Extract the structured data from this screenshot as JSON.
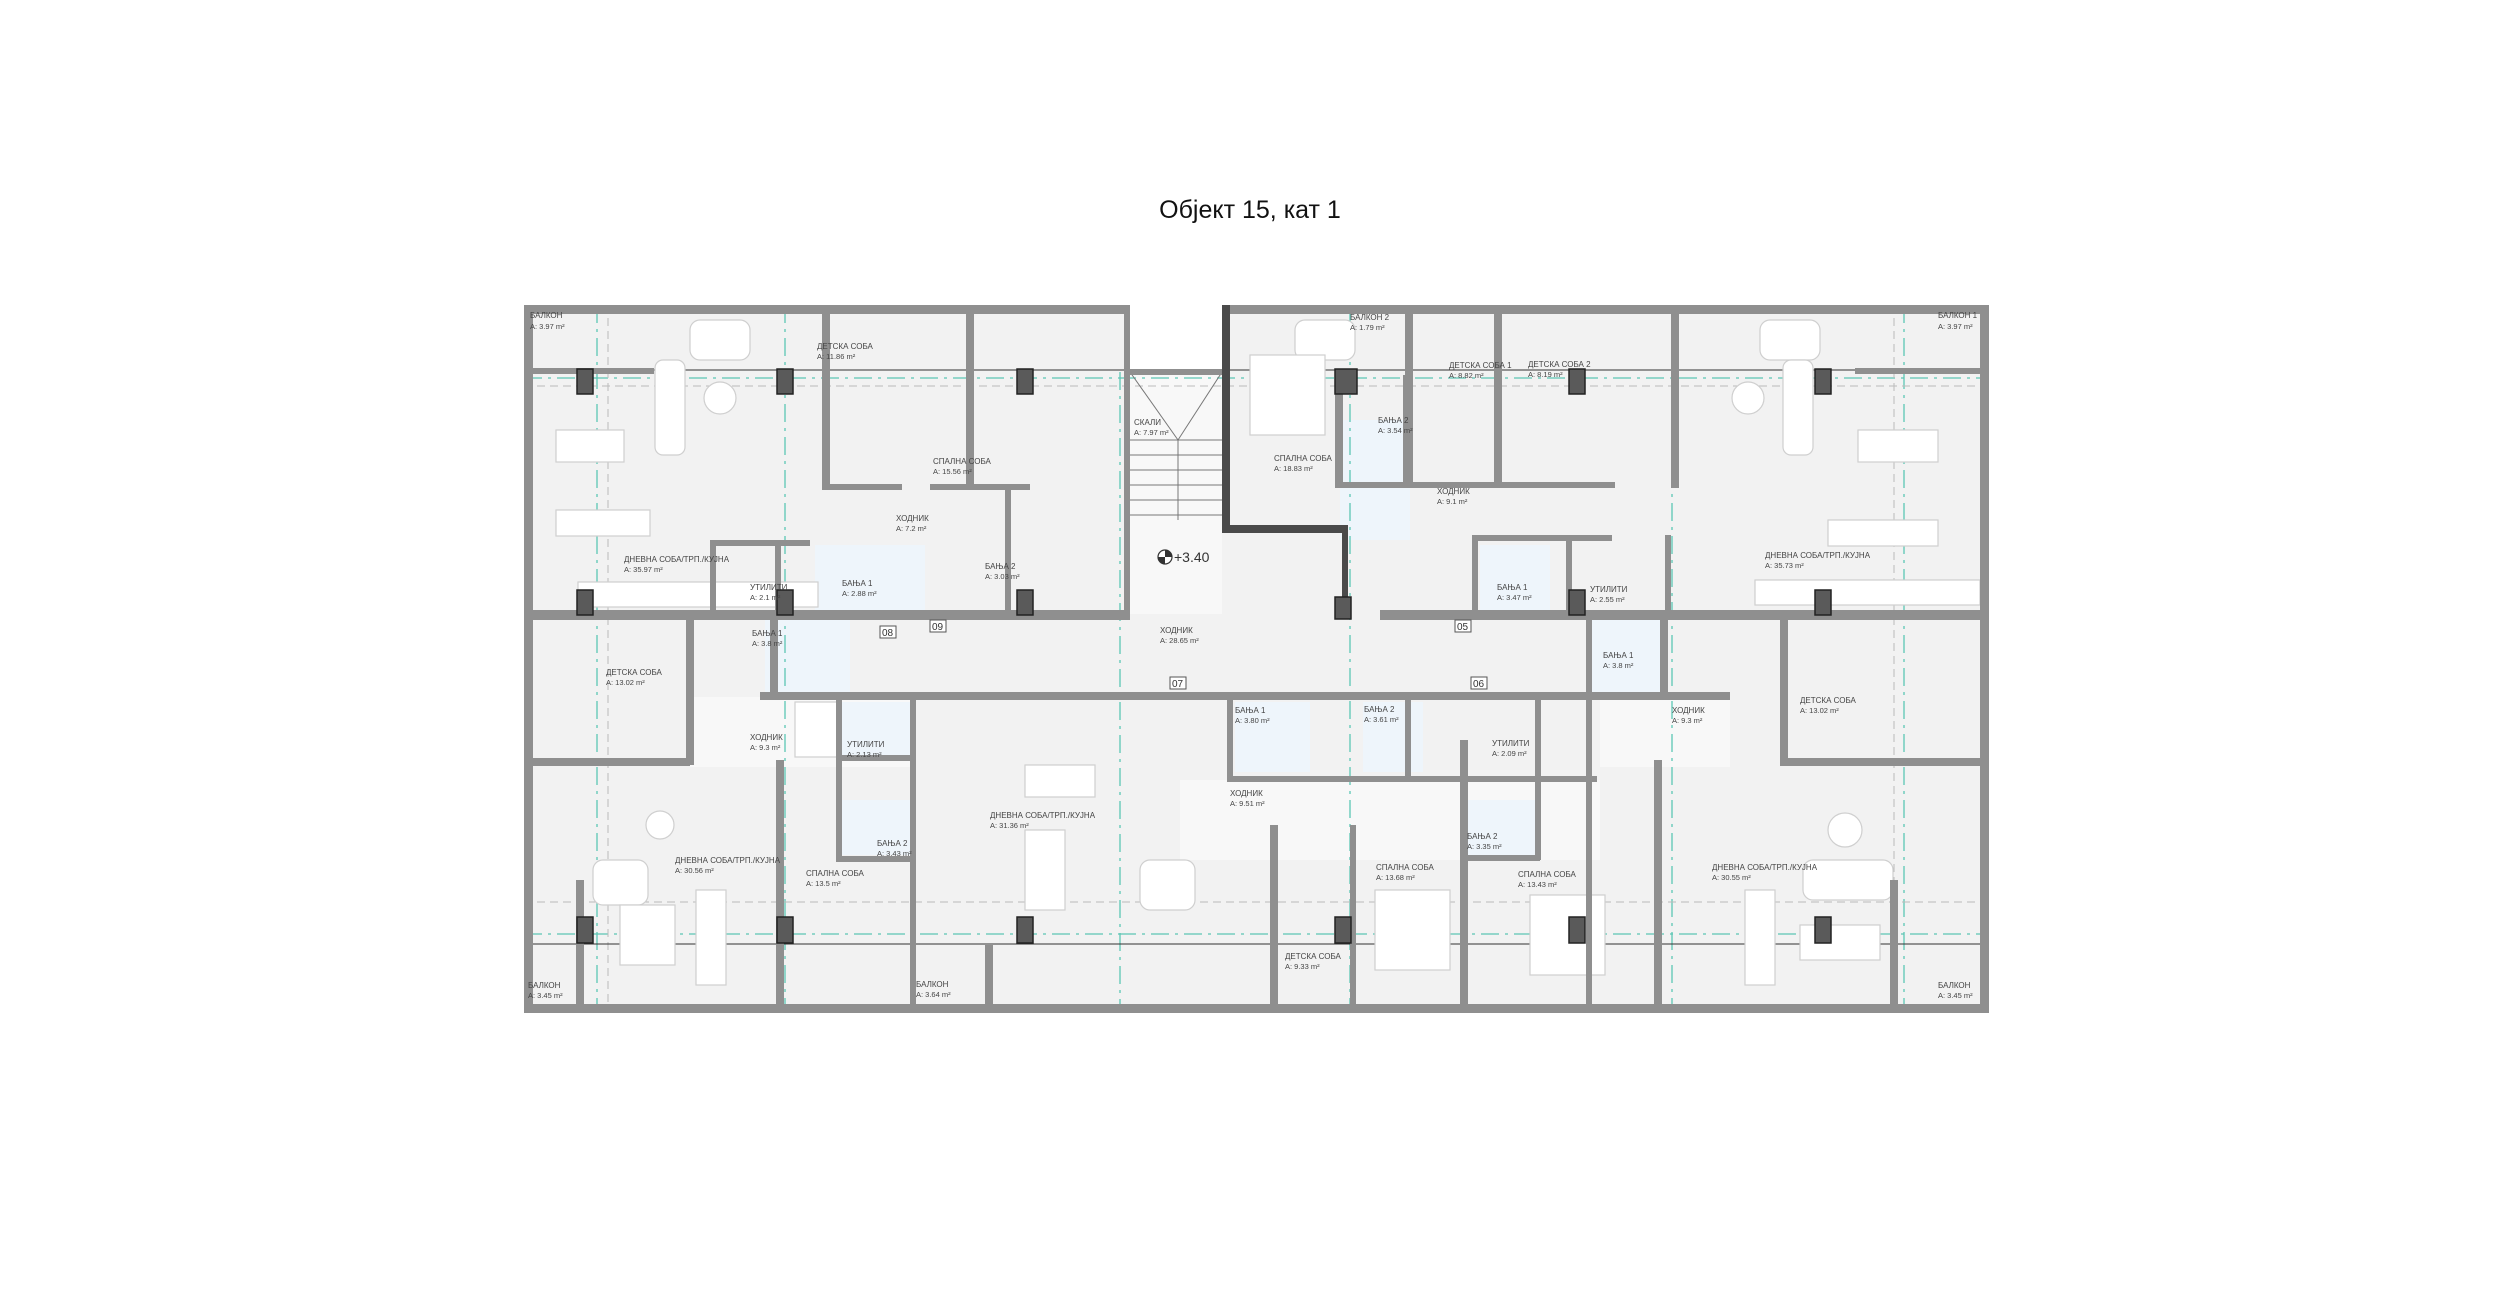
{
  "title": "Објект 15, кат 1",
  "level_mark": "+3.40",
  "colors": {
    "wall": "#8f8f8f",
    "column": "#5a5a5a",
    "room": "#f2f2f2",
    "bathroom": "#eef5fb",
    "grid_axis": "#5cc6b4"
  },
  "rooms": [
    {
      "name": "БАЛКОН",
      "area": "A: 3.97 m²"
    },
    {
      "name": "ДЕТСКА СОБА",
      "area": "A: 11.86 m²"
    },
    {
      "name": "СПАЛНА СОБА",
      "area": "A: 15.56 m²"
    },
    {
      "name": "ХОДНИК",
      "area": "A: 7.2 m²"
    },
    {
      "name": "ДНЕВНА СОБА/ТРП./КУЈНА",
      "area": "A: 35.97 m²"
    },
    {
      "name": "УТИЛИТИ",
      "area": "A: 2.1 m²"
    },
    {
      "name": "БАЊА 1",
      "area": "A: 2.88 m²"
    },
    {
      "name": "БАЊА 2",
      "area": "A: 3.03 m²"
    },
    {
      "name": "СКАЛИ",
      "area": "A: 7.97 m²"
    },
    {
      "name": "БАЛКОН 2",
      "area": "A: 1.79 m²"
    },
    {
      "name": "СПАЛНА СОБА",
      "area": "A: 18.83 m²"
    },
    {
      "name": "БАЊА 2",
      "area": "A: 3.54 m²"
    },
    {
      "name": "ДЕТСКА СОБА 1",
      "area": "A: 8.82 m²"
    },
    {
      "name": "ДЕТСКА СОБА 2",
      "area": "A: 8.19 m²"
    },
    {
      "name": "ХОДНИК",
      "area": "A: 9.1 m²"
    },
    {
      "name": "БАЊА 1",
      "area": "A: 3.47 m²"
    },
    {
      "name": "УТИЛИТИ",
      "area": "A: 2.55 m²"
    },
    {
      "name": "БАЛКОН 1",
      "area": "A: 3.97 m²"
    },
    {
      "name": "ДНЕВНА СОБА/ТРП./КУЈНА",
      "area": "A: 35.73 m²"
    },
    {
      "name": "ХОДНИК",
      "area": "A: 28.65 m²"
    },
    {
      "name": "БАЊА 1",
      "area": "A: 3.8 m²"
    },
    {
      "name": "ДЕТСКА СОБА",
      "area": "A: 13.02 m²"
    },
    {
      "name": "ХОДНИК",
      "area": "A: 9.3 m²"
    },
    {
      "name": "УТИЛИТИ",
      "area": "A: 2.13 m²"
    },
    {
      "name": "БАЊА 2",
      "area": "A: 3.43 m²"
    },
    {
      "name": "ДНЕВНА СОБА/ТРП./КУЈНА",
      "area": "A: 30.56 m²"
    },
    {
      "name": "СПАЛНА СОБА",
      "area": "A: 13.5 m²"
    },
    {
      "name": "ДНЕВНА СОБА/ТРП./КУЈНА",
      "area": "A: 31.36 m²"
    },
    {
      "name": "БАЛКОН",
      "area": "A: 3.45 m²"
    },
    {
      "name": "БАЛКОН",
      "area": "A: 3.64 m²"
    },
    {
      "name": "БАЊА 1",
      "area": "A: 3.80 m²"
    },
    {
      "name": "БАЊА 2",
      "area": "A: 3.61 m²"
    },
    {
      "name": "ХОДНИК",
      "area": "A: 9.51 m²"
    },
    {
      "name": "ДЕТСКА СОБА",
      "area": "A: 9.33 m²"
    },
    {
      "name": "СПАЛНА СОБА",
      "area": "A: 13.68 m²"
    },
    {
      "name": "УТИЛИТИ",
      "area": "A: 2.09 m²"
    },
    {
      "name": "БАЊА 2",
      "area": "A: 3.35 m²"
    },
    {
      "name": "СПАЛНА СОБА",
      "area": "A: 13.43 m²"
    },
    {
      "name": "БАЊА 1",
      "area": "A: 3.8 m²"
    },
    {
      "name": "ХОДНИК",
      "area": "A: 9.3 m²"
    },
    {
      "name": "ДЕТСКА СОБА",
      "area": "A: 13.02 m²"
    },
    {
      "name": "ДНЕВНА СОБА/ТРП./КУЈНА",
      "area": "A: 30.55 m²"
    },
    {
      "name": "БАЛКОН",
      "area": "A: 3.45 m²"
    }
  ],
  "apartment_tags": [
    "08",
    "09",
    "05",
    "07",
    "06"
  ]
}
